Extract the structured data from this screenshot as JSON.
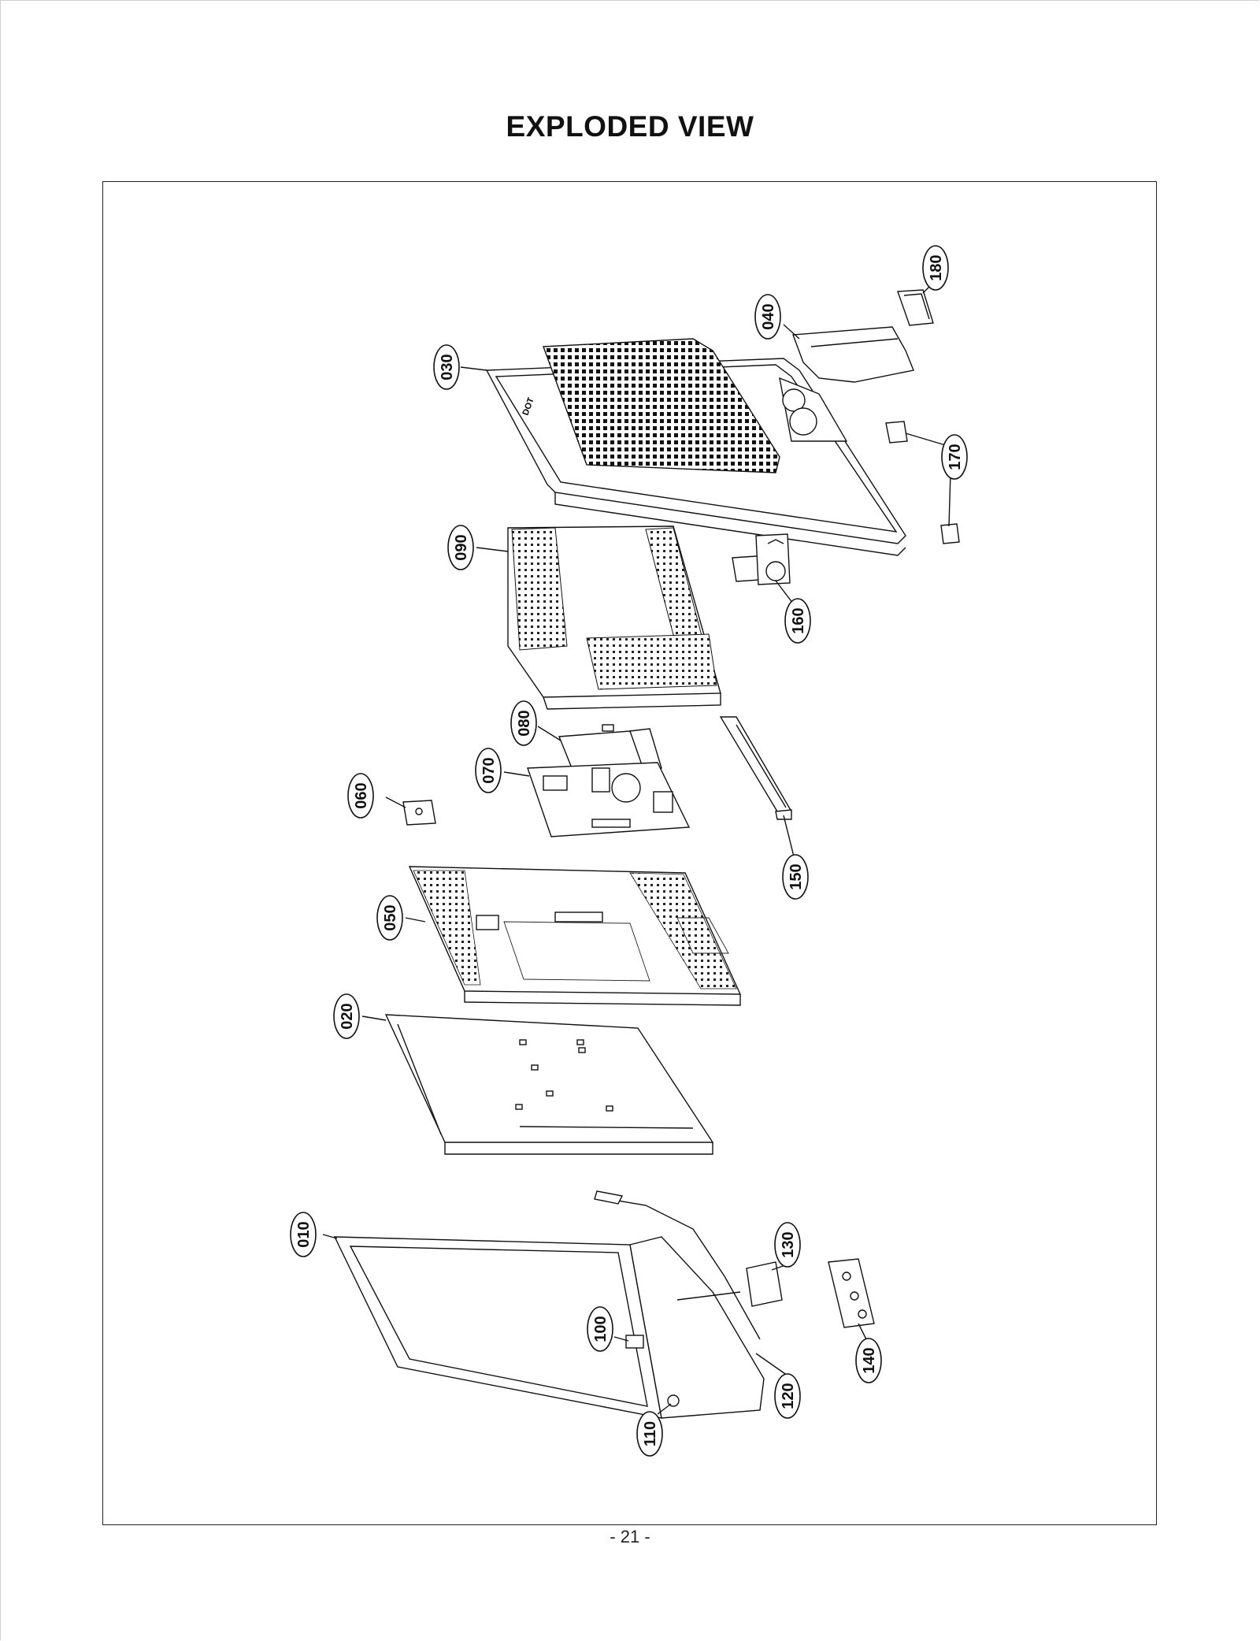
{
  "page": {
    "title": "EXPLODED VIEW",
    "page_number": "- 21 -"
  },
  "callouts": [
    {
      "id": "010",
      "label": "010"
    },
    {
      "id": "020",
      "label": "020"
    },
    {
      "id": "030",
      "label": "030"
    },
    {
      "id": "040",
      "label": "040"
    },
    {
      "id": "050",
      "label": "050"
    },
    {
      "id": "060",
      "label": "060"
    },
    {
      "id": "070",
      "label": "070"
    },
    {
      "id": "080",
      "label": "080"
    },
    {
      "id": "090",
      "label": "090"
    },
    {
      "id": "100",
      "label": "100"
    },
    {
      "id": "110",
      "label": "110"
    },
    {
      "id": "120",
      "label": "120"
    },
    {
      "id": "130",
      "label": "130"
    },
    {
      "id": "140",
      "label": "140"
    },
    {
      "id": "150",
      "label": "150"
    },
    {
      "id": "160",
      "label": "160"
    },
    {
      "id": "170",
      "label": "170"
    },
    {
      "id": "180",
      "label": "180"
    }
  ]
}
